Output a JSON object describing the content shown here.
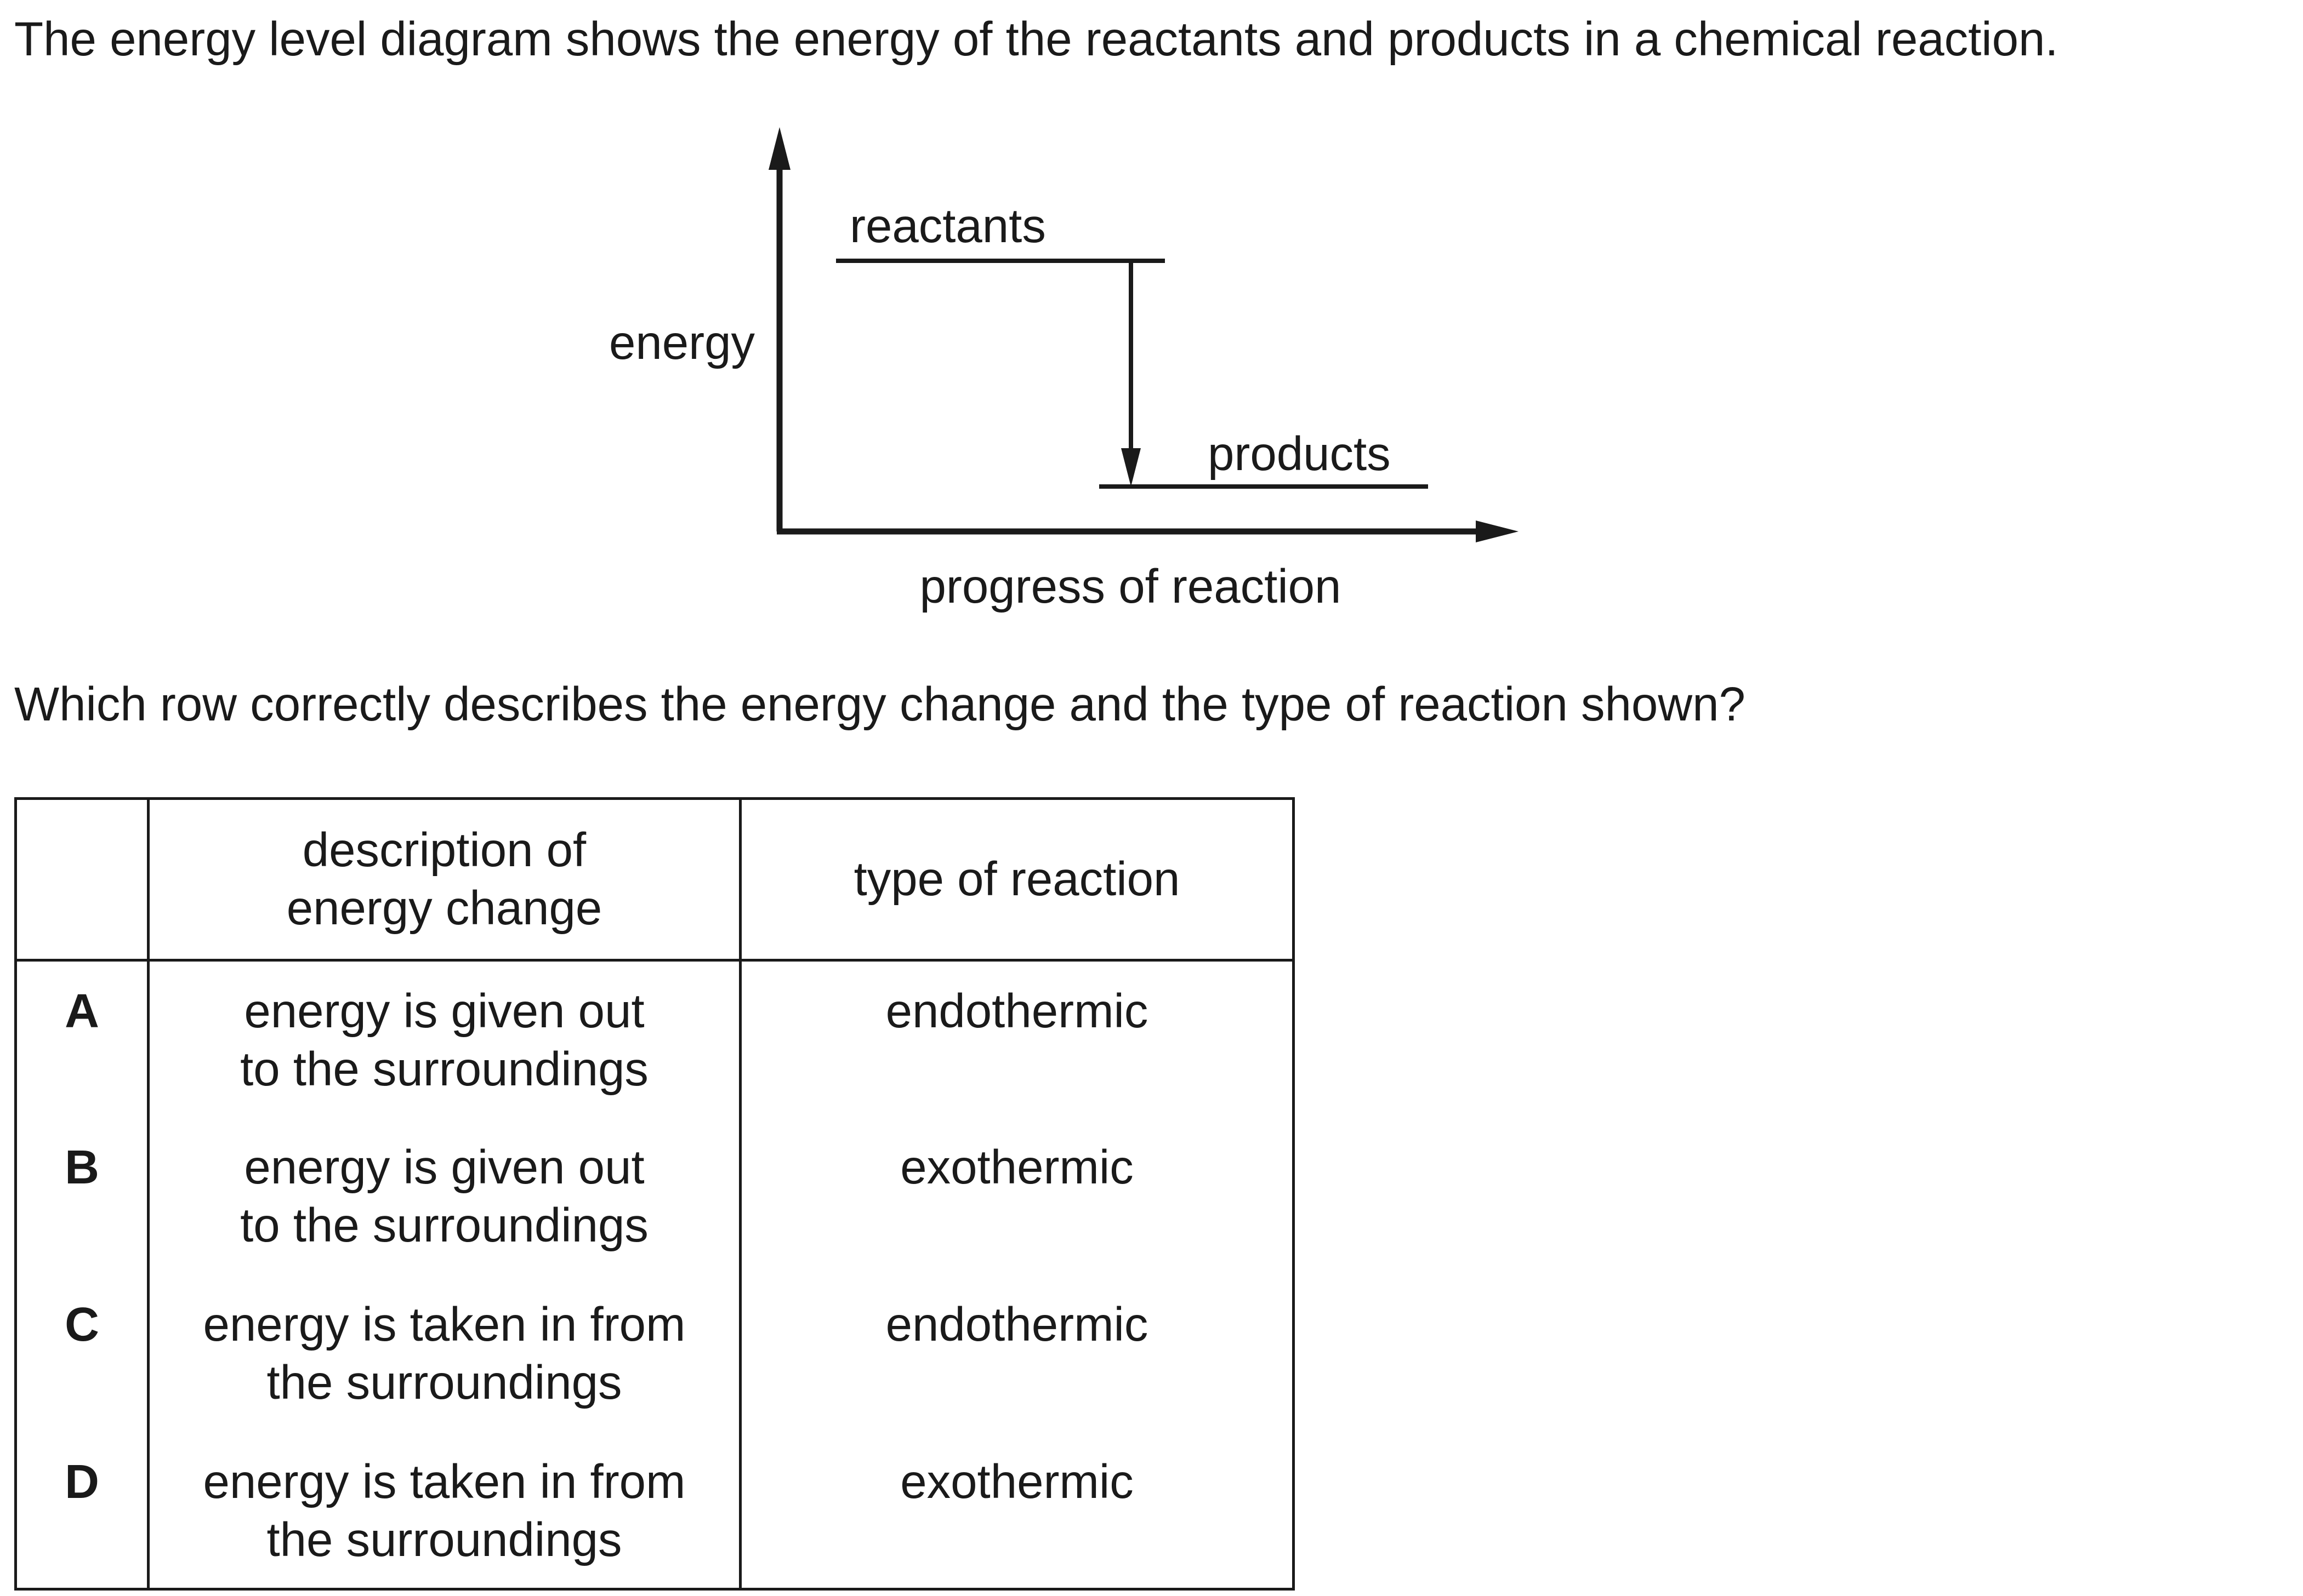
{
  "question": {
    "intro": "The energy level diagram shows the energy of the reactants and products in a chemical reaction.",
    "prompt": "Which row correctly describes the energy change and the type of reaction shown?"
  },
  "diagram": {
    "y_axis_label": "energy",
    "x_axis_label": "progress of reaction",
    "reactants_label": "reactants",
    "products_label": "products",
    "reactant_level": "high",
    "product_level": "low",
    "arrow_direction": "down"
  },
  "table": {
    "headers": {
      "letter": "",
      "description": [
        "description of",
        "energy change"
      ],
      "type": "type of reaction"
    },
    "rows": [
      {
        "letter": "A",
        "description": [
          "energy is given out",
          "to the surroundings"
        ],
        "type": "endothermic"
      },
      {
        "letter": "B",
        "description": [
          "energy is given out",
          "to the surroundings"
        ],
        "type": "exothermic"
      },
      {
        "letter": "C",
        "description": [
          "energy is taken in from",
          "the surroundings"
        ],
        "type": "endothermic"
      },
      {
        "letter": "D",
        "description": [
          "energy is taken in from",
          "the surroundings"
        ],
        "type": "exothermic"
      }
    ]
  }
}
